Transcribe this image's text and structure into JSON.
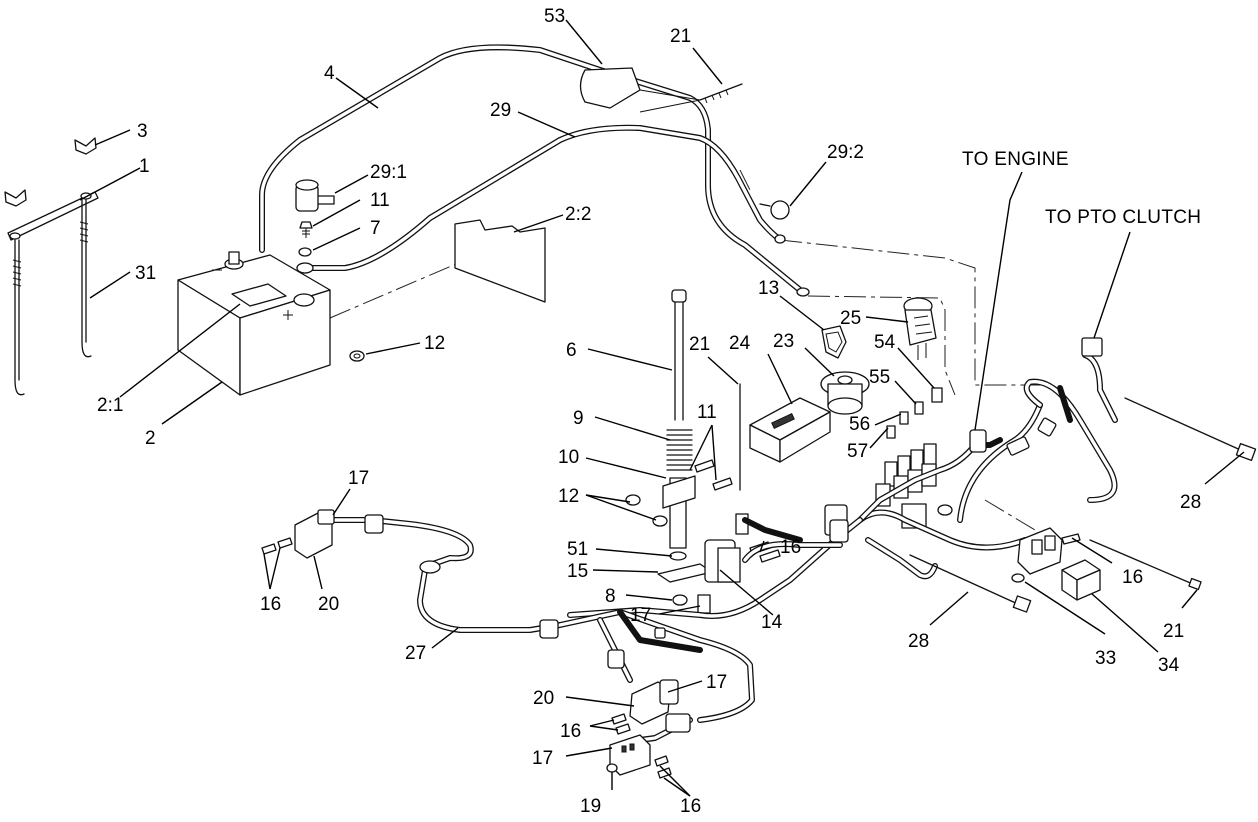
{
  "diagram": {
    "callouts": {
      "c1": "1",
      "c2": "2",
      "c2_1": "2:1",
      "c2_2": "2:2",
      "c3": "3",
      "c4": "4",
      "c6": "6",
      "c7": "7",
      "c8": "8",
      "c9": "9",
      "c10": "10",
      "c11a": "11",
      "c11b": "11",
      "c12a": "12",
      "c12b": "12",
      "c13": "13",
      "c14": "14",
      "c15": "15",
      "c16a": "16",
      "c16b": "16",
      "c16c": "16",
      "c16d": "16",
      "c16e": "16",
      "c17a": "17",
      "c17b": "17",
      "c17c": "17",
      "c17d": "17",
      "c19": "19",
      "c20a": "20",
      "c20b": "20",
      "c21a": "21",
      "c21b": "21",
      "c21c": "21",
      "c23": "23",
      "c24": "24",
      "c25": "25",
      "c27": "27",
      "c28a": "28",
      "c28b": "28",
      "c29": "29",
      "c29_1": "29:1",
      "c29_2": "29:2",
      "c31": "31",
      "c33": "33",
      "c34": "34",
      "c51": "51",
      "c53": "53",
      "c54": "54",
      "c55": "55",
      "c56": "56",
      "c57": "57"
    },
    "notes": {
      "to_engine": "TO ENGINE",
      "to_pto_clutch": "TO PTO CLUTCH"
    }
  }
}
